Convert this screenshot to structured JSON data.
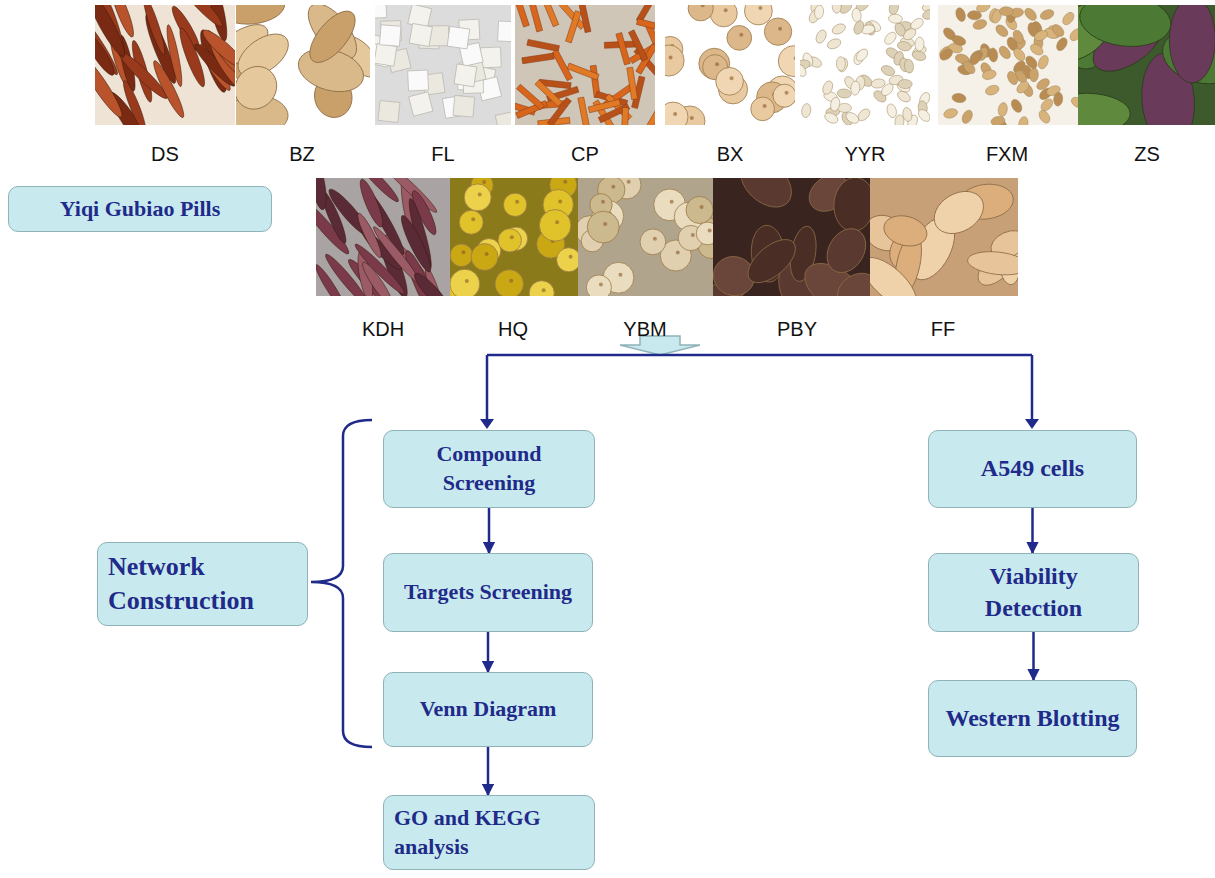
{
  "diagram": {
    "nodes": [
      {
        "text": [
          "Yiqi Gubiao Pills"
        ]
      },
      {
        "text": [
          "Network Construction"
        ]
      },
      {
        "text": [
          "Compound Screening"
        ]
      },
      {
        "text": [
          "Targets Screening"
        ]
      },
      {
        "text": [
          "Venn Diagram"
        ]
      },
      {
        "text": [
          "GO and KEGG analysis"
        ]
      },
      {
        "text": [
          "A549 cells"
        ]
      },
      {
        "text": [
          "Viability Detection"
        ]
      },
      {
        "text": [
          "Western Blotting"
        ]
      }
    ],
    "edges": [
      {
        "from": 2,
        "to": 3,
        "arrow": "to"
      },
      {
        "from": 3,
        "to": 4,
        "arrow": "to"
      },
      {
        "from": 4,
        "to": 5,
        "arrow": "to"
      },
      {
        "from": 6,
        "to": 7,
        "arrow": "to"
      },
      {
        "from": 7,
        "to": 8,
        "arrow": "to"
      }
    ],
    "labels": [
      "DS",
      "BZ",
      "FL",
      "CP",
      "BX",
      "YYR",
      "FXM",
      "ZS",
      "KDH",
      "HQ",
      "YBM",
      "PBY",
      "FF"
    ]
  }
}
